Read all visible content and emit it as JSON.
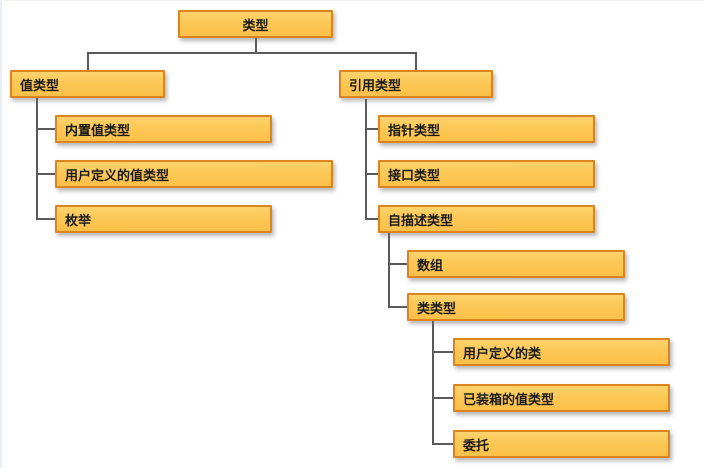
{
  "diagram": {
    "description_colors": {
      "box_fill": "#FCC855",
      "box_border": "#DC8420",
      "connector": "#5A5A5A",
      "text": "#1A1A1A"
    },
    "tree": {
      "label": "类型",
      "children": [
        {
          "label": "值类型",
          "children": [
            {
              "label": "内置值类型"
            },
            {
              "label": "用户定义的值类型"
            },
            {
              "label": "枚举"
            }
          ]
        },
        {
          "label": "引用类型",
          "children": [
            {
              "label": "指针类型"
            },
            {
              "label": "接口类型"
            },
            {
              "label": "自描述类型",
              "children": [
                {
                  "label": "数组"
                },
                {
                  "label": "类类型",
                  "children": [
                    {
                      "label": "用户定义的类"
                    },
                    {
                      "label": "已装箱的值类型"
                    },
                    {
                      "label": "委托"
                    }
                  ]
                }
              ]
            }
          ]
        }
      ]
    }
  }
}
